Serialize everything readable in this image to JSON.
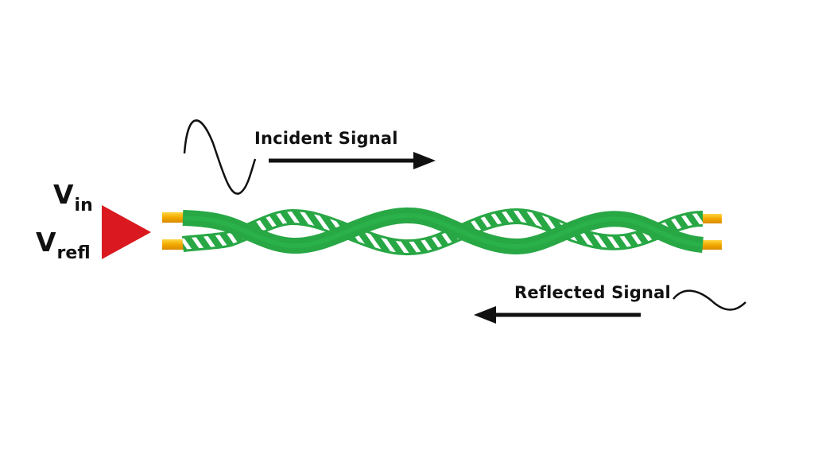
{
  "labels": {
    "incident": "Incident Signal",
    "reflected": "Reflected Signal",
    "vin_main": "V",
    "vin_sub": "in",
    "vrefl_main": "V",
    "vrefl_sub": "refl"
  },
  "colors": {
    "wire": "#28a745",
    "wire_stripe": "#ffffff",
    "conductor_end": "#f2a900",
    "source_triangle": "#d9191f",
    "arrow": "#111111",
    "wave": "#111111"
  },
  "icons": {
    "source": "red-triangle-source-icon",
    "incident_wave": "sine-wave-icon",
    "reflected_wave": "small-wave-icon"
  }
}
